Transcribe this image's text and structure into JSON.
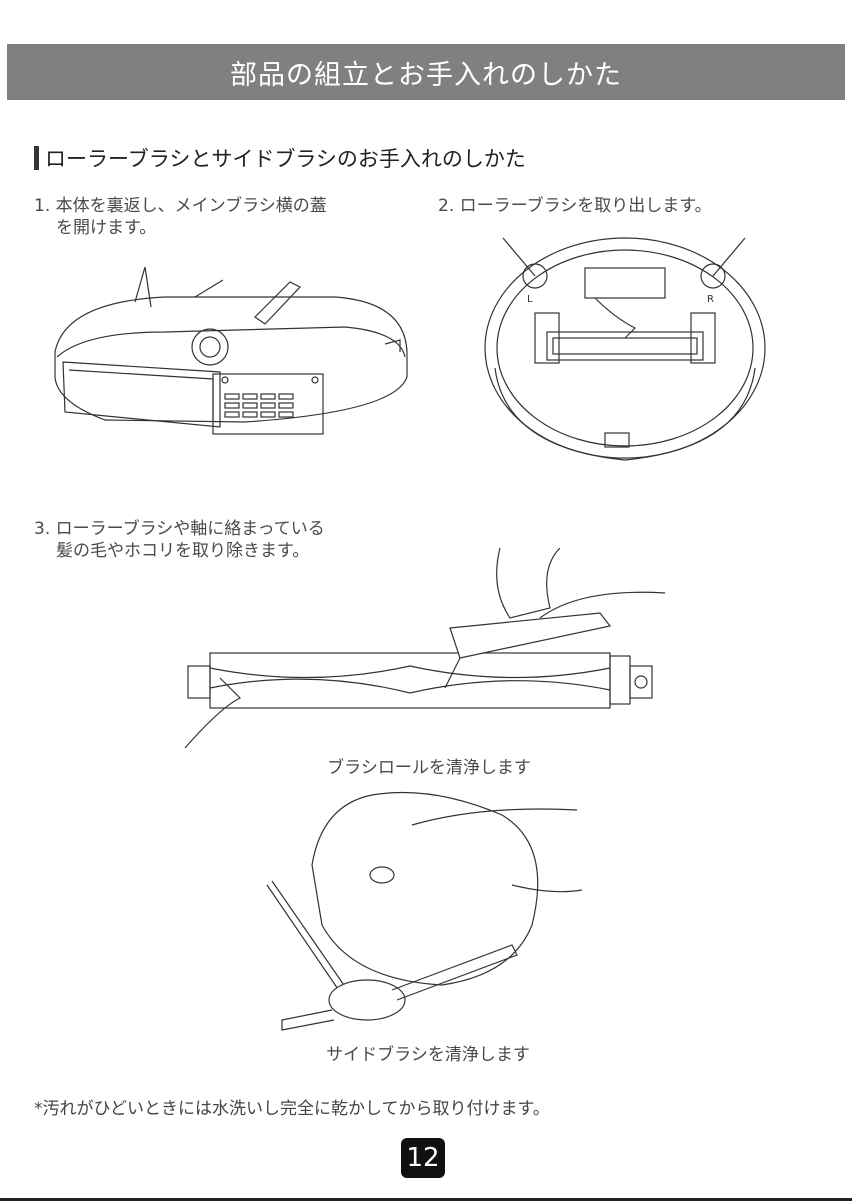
{
  "banner": {
    "title": "部品の組立とお手入れのしかた"
  },
  "section": {
    "title": "ローラーブラシとサイドブラシのお手入れのしかた"
  },
  "steps": [
    {
      "line1": "1. 本体を裏返し、メインブラシ横の蓋",
      "line2": "を開けます。"
    },
    {
      "line1": "2. ローラーブラシを取り出します。"
    },
    {
      "line1": "3. ローラーブラシや軸に絡まっている",
      "line2": "髪の毛やホコリを取り除きます。"
    }
  ],
  "captions": {
    "roller": "ブラシロールを清浄します",
    "side": "サイドブラシを清浄します"
  },
  "illustration_labels": {
    "left_wheel": "L",
    "right_wheel": "R"
  },
  "footnote": "*汚れがひどいときには水洗いし完全に乾かしてから取り付けます。",
  "page_number": "12"
}
